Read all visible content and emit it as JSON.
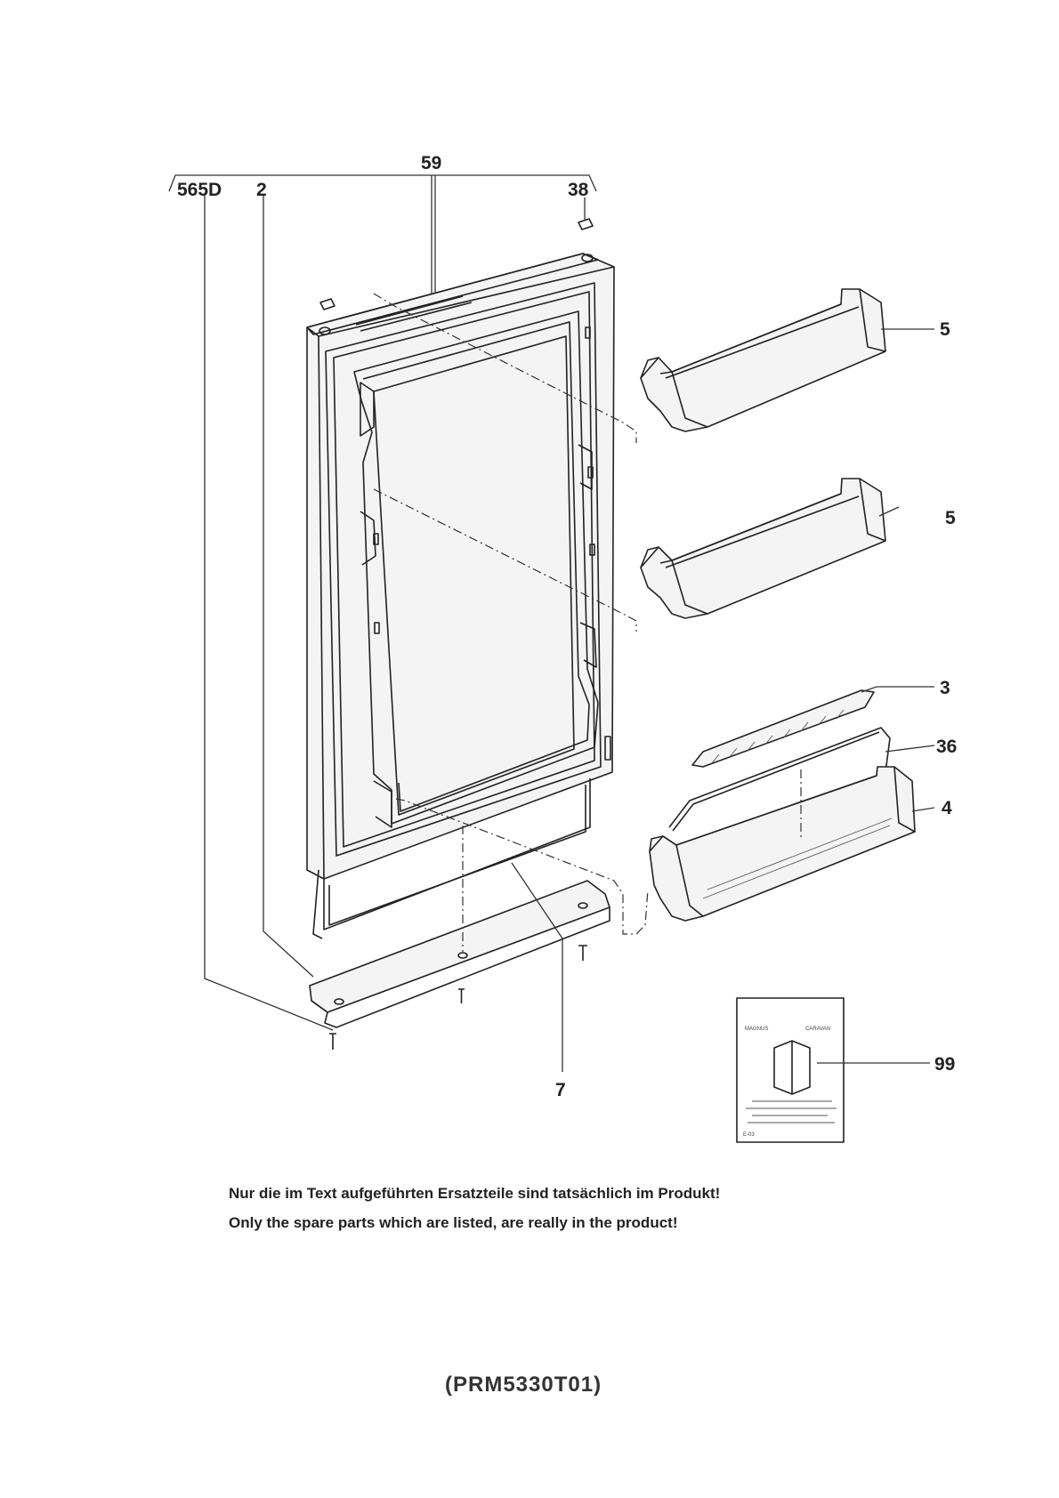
{
  "callouts": {
    "c565d": "565D",
    "c2": "2",
    "c59": "59",
    "c38": "38",
    "c5a": "5",
    "c5b": "5",
    "c3": "3",
    "c36": "36",
    "c4": "4",
    "c7": "7",
    "c99": "99"
  },
  "notice": {
    "german": "Nur die im Text aufgeführten Ersatzteile sind tatsächlich im Produkt!",
    "english": "Only the spare parts which are listed, are really in the product!"
  },
  "model_code": "(PRM5330T01)",
  "manual": {
    "brand_left": "MAGNUS",
    "brand_right": "CARAVAN",
    "footer": "E-03"
  }
}
